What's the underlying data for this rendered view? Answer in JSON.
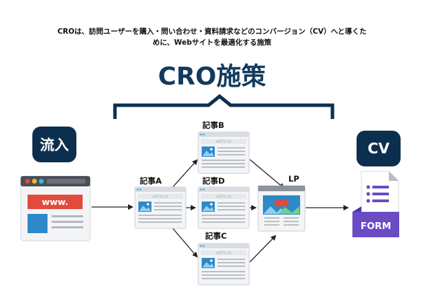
{
  "intro_line1": "CROは、訪問ユーザーを購入・問い合わせ・資料請求などのコンバージョン（CV）へと導くた",
  "intro_line2": "めに、Webサイトを最適化する施策",
  "title": "CRO施策",
  "inflow_label": "流入",
  "cv_label": "CV",
  "browser_url_text": "www.",
  "article_header": "ARTICLE",
  "nodes": {
    "a": "記事A",
    "b": "記事B",
    "c": "記事C",
    "d": "記事D",
    "lp": "LP"
  },
  "form_label": "FORM",
  "colors": {
    "navy": "#0d2f4f",
    "title_blue": "#123a5e",
    "purple": "#6a4bc4",
    "red": "#e24a3b",
    "cyan": "#36b8e6"
  }
}
